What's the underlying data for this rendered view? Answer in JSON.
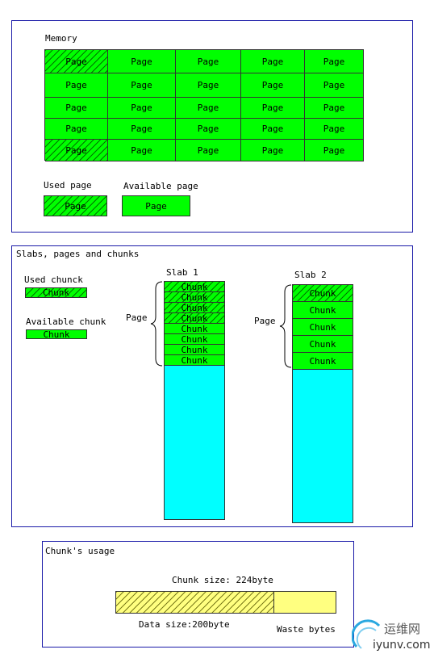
{
  "memory": {
    "title": "Memory",
    "cell_label": "Page",
    "grid": [
      [
        "used",
        "avail",
        "avail",
        "avail",
        "avail"
      ],
      [
        "avail",
        "avail",
        "avail",
        "avail",
        "avail"
      ],
      [
        "avail",
        "avail",
        "avail",
        "avail",
        "avail"
      ],
      [
        "avail",
        "avail",
        "avail",
        "avail",
        "avail"
      ],
      [
        "used",
        "avail",
        "avail",
        "avail",
        "avail"
      ]
    ],
    "legend_used": "Used page",
    "legend_available": "Available page",
    "legend_box_label": "Page"
  },
  "slabs": {
    "title": "Slabs, pages and chunks",
    "legend_used": "Used chunck",
    "legend_available": "Available chunk",
    "chunk_label": "Chunk",
    "page_label": "Page",
    "slab1": {
      "name": "Slab 1",
      "chunks": [
        "used",
        "used",
        "used",
        "used",
        "avail",
        "avail",
        "avail",
        "avail"
      ]
    },
    "slab2": {
      "name": "Slab 2",
      "chunks": [
        "used",
        "avail",
        "avail",
        "avail",
        "avail"
      ]
    }
  },
  "usage": {
    "title": "Chunk's usage",
    "chunk_size": "Chunk size: 224byte",
    "data_size": "Data size:200byte",
    "waste": "Waste bytes"
  },
  "colors": {
    "green": "#00ff00",
    "cyan": "#00ffff",
    "yellow": "#ffff80",
    "border": "#1a1aa8"
  },
  "watermark": {
    "site_cn": "运维网",
    "site_url": "iyunv.com"
  }
}
